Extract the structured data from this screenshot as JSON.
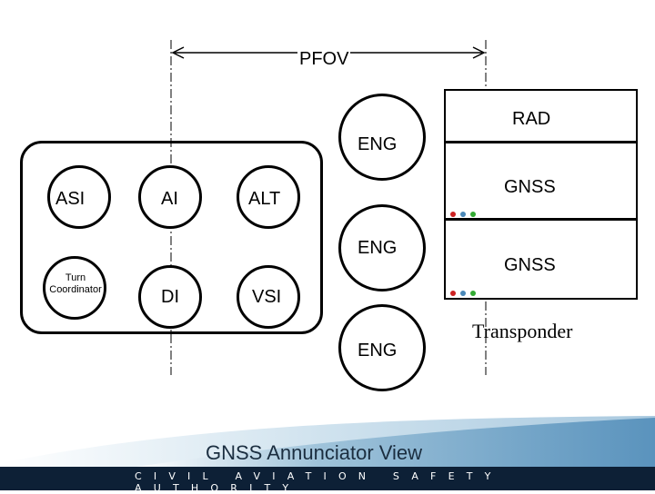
{
  "pfov_label": "PFOV",
  "instruments": {
    "asi": "ASI",
    "ai": "AI",
    "alt": "ALT",
    "turn_coordinator": "Turn Coordinator",
    "di": "DI",
    "vsi": "VSI"
  },
  "engines": [
    "ENG",
    "ENG",
    "ENG"
  ],
  "avionics": {
    "rad": "RAD",
    "gnss1": "GNSS",
    "gnss2": "GNSS",
    "transponder": "Transponder"
  },
  "indicator_colors": [
    "#cc2222",
    "#4a88b8",
    "#33aa33"
  ],
  "caption": "GNSS Annunciator View",
  "footer": "CIVIL AVIATION SAFETY AUTHORITY",
  "footer_color": "#0d2036"
}
